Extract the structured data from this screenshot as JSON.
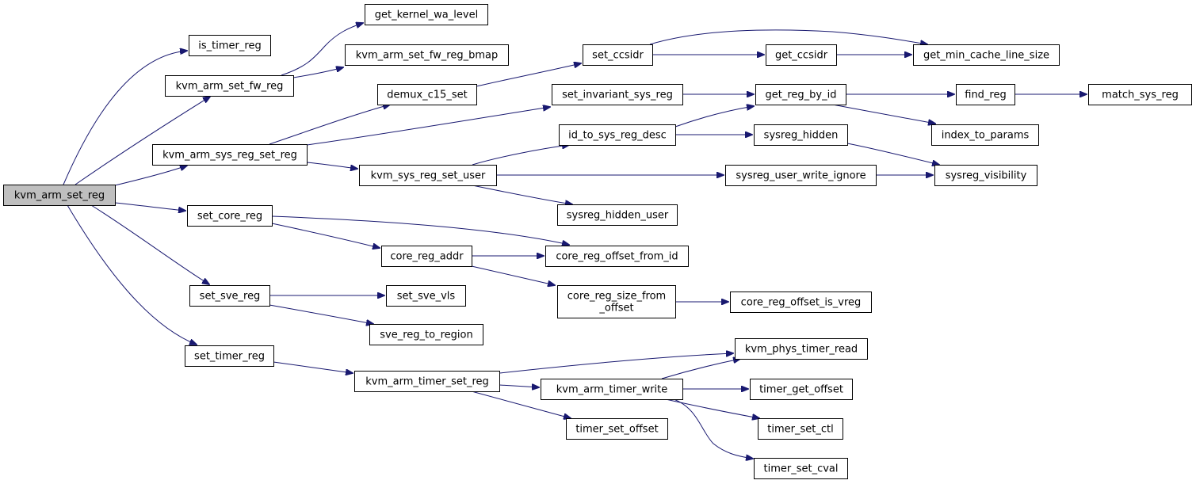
{
  "graph": {
    "type": "call-graph",
    "colors": {
      "edge": "#191970",
      "node_border": "#000000",
      "node_fill": "#ffffff",
      "root_fill": "#bfbfbf"
    },
    "nodes": [
      {
        "id": "kvm_arm_set_reg",
        "label": [
          "kvm_arm_set_reg"
        ],
        "root": true
      },
      {
        "id": "is_timer_reg",
        "label": [
          "is_timer_reg"
        ]
      },
      {
        "id": "kvm_arm_set_fw_reg",
        "label": [
          "kvm_arm_set_fw_reg"
        ]
      },
      {
        "id": "get_kernel_wa_level",
        "label": [
          "get_kernel_wa_level"
        ]
      },
      {
        "id": "kvm_arm_set_fw_reg_bmap",
        "label": [
          "kvm_arm_set_fw_reg_bmap"
        ]
      },
      {
        "id": "kvm_arm_sys_reg_set_reg",
        "label": [
          "kvm_arm_sys_reg_set_reg"
        ]
      },
      {
        "id": "demux_c15_set",
        "label": [
          "demux_c15_set"
        ]
      },
      {
        "id": "set_ccsidr",
        "label": [
          "set_ccsidr"
        ]
      },
      {
        "id": "get_ccsidr",
        "label": [
          "get_ccsidr"
        ]
      },
      {
        "id": "get_min_cache_line_size",
        "label": [
          "get_min_cache_line_size"
        ]
      },
      {
        "id": "set_invariant_sys_reg",
        "label": [
          "set_invariant_sys_reg"
        ]
      },
      {
        "id": "get_reg_by_id",
        "label": [
          "get_reg_by_id"
        ]
      },
      {
        "id": "find_reg",
        "label": [
          "find_reg"
        ]
      },
      {
        "id": "match_sys_reg",
        "label": [
          "match_sys_reg"
        ]
      },
      {
        "id": "index_to_params",
        "label": [
          "index_to_params"
        ]
      },
      {
        "id": "kvm_sys_reg_set_user",
        "label": [
          "kvm_sys_reg_set_user"
        ]
      },
      {
        "id": "id_to_sys_reg_desc",
        "label": [
          "id_to_sys_reg_desc"
        ]
      },
      {
        "id": "sysreg_hidden",
        "label": [
          "sysreg_hidden"
        ]
      },
      {
        "id": "sysreg_visibility",
        "label": [
          "sysreg_visibility"
        ]
      },
      {
        "id": "sysreg_user_write_ignore",
        "label": [
          "sysreg_user_write_ignore"
        ]
      },
      {
        "id": "sysreg_hidden_user",
        "label": [
          "sysreg_hidden_user"
        ]
      },
      {
        "id": "set_core_reg",
        "label": [
          "set_core_reg"
        ]
      },
      {
        "id": "core_reg_addr",
        "label": [
          "core_reg_addr"
        ]
      },
      {
        "id": "core_reg_offset_from_id",
        "label": [
          "core_reg_offset_from_id"
        ]
      },
      {
        "id": "core_reg_size_from_offset",
        "label": [
          "core_reg_size_from",
          "_offset"
        ]
      },
      {
        "id": "core_reg_offset_is_vreg",
        "label": [
          "core_reg_offset_is_vreg"
        ]
      },
      {
        "id": "set_sve_reg",
        "label": [
          "set_sve_reg"
        ]
      },
      {
        "id": "set_sve_vls",
        "label": [
          "set_sve_vls"
        ]
      },
      {
        "id": "sve_reg_to_region",
        "label": [
          "sve_reg_to_region"
        ]
      },
      {
        "id": "set_timer_reg",
        "label": [
          "set_timer_reg"
        ]
      },
      {
        "id": "kvm_arm_timer_set_reg",
        "label": [
          "kvm_arm_timer_set_reg"
        ]
      },
      {
        "id": "kvm_phys_timer_read",
        "label": [
          "kvm_phys_timer_read"
        ]
      },
      {
        "id": "kvm_arm_timer_write",
        "label": [
          "kvm_arm_timer_write"
        ]
      },
      {
        "id": "timer_get_offset",
        "label": [
          "timer_get_offset"
        ]
      },
      {
        "id": "timer_set_ctl",
        "label": [
          "timer_set_ctl"
        ]
      },
      {
        "id": "timer_set_cval",
        "label": [
          "timer_set_cval"
        ]
      },
      {
        "id": "timer_set_offset",
        "label": [
          "timer_set_offset"
        ]
      }
    ],
    "edges": [
      {
        "from": "kvm_arm_set_reg",
        "to": "is_timer_reg"
      },
      {
        "from": "kvm_arm_set_reg",
        "to": "kvm_arm_set_fw_reg"
      },
      {
        "from": "kvm_arm_set_reg",
        "to": "kvm_arm_sys_reg_set_reg"
      },
      {
        "from": "kvm_arm_set_reg",
        "to": "set_core_reg"
      },
      {
        "from": "kvm_arm_set_reg",
        "to": "set_sve_reg"
      },
      {
        "from": "kvm_arm_set_reg",
        "to": "set_timer_reg"
      },
      {
        "from": "kvm_arm_set_fw_reg",
        "to": "get_kernel_wa_level"
      },
      {
        "from": "kvm_arm_set_fw_reg",
        "to": "kvm_arm_set_fw_reg_bmap"
      },
      {
        "from": "kvm_arm_sys_reg_set_reg",
        "to": "demux_c15_set"
      },
      {
        "from": "kvm_arm_sys_reg_set_reg",
        "to": "set_invariant_sys_reg"
      },
      {
        "from": "kvm_arm_sys_reg_set_reg",
        "to": "kvm_sys_reg_set_user"
      },
      {
        "from": "demux_c15_set",
        "to": "set_ccsidr"
      },
      {
        "from": "set_ccsidr",
        "to": "get_ccsidr"
      },
      {
        "from": "set_ccsidr",
        "to": "get_min_cache_line_size"
      },
      {
        "from": "get_ccsidr",
        "to": "get_min_cache_line_size"
      },
      {
        "from": "set_invariant_sys_reg",
        "to": "get_reg_by_id"
      },
      {
        "from": "get_reg_by_id",
        "to": "find_reg"
      },
      {
        "from": "get_reg_by_id",
        "to": "index_to_params"
      },
      {
        "from": "find_reg",
        "to": "match_sys_reg"
      },
      {
        "from": "kvm_sys_reg_set_user",
        "to": "id_to_sys_reg_desc"
      },
      {
        "from": "kvm_sys_reg_set_user",
        "to": "sysreg_user_write_ignore"
      },
      {
        "from": "kvm_sys_reg_set_user",
        "to": "sysreg_hidden_user"
      },
      {
        "from": "id_to_sys_reg_desc",
        "to": "get_reg_by_id"
      },
      {
        "from": "id_to_sys_reg_desc",
        "to": "sysreg_hidden"
      },
      {
        "from": "sysreg_hidden",
        "to": "sysreg_visibility"
      },
      {
        "from": "sysreg_user_write_ignore",
        "to": "sysreg_visibility"
      },
      {
        "from": "set_core_reg",
        "to": "core_reg_addr"
      },
      {
        "from": "set_core_reg",
        "to": "core_reg_offset_from_id"
      },
      {
        "from": "core_reg_addr",
        "to": "core_reg_offset_from_id"
      },
      {
        "from": "core_reg_addr",
        "to": "core_reg_size_from_offset"
      },
      {
        "from": "core_reg_size_from_offset",
        "to": "core_reg_offset_is_vreg"
      },
      {
        "from": "set_sve_reg",
        "to": "set_sve_vls"
      },
      {
        "from": "set_sve_reg",
        "to": "sve_reg_to_region"
      },
      {
        "from": "set_timer_reg",
        "to": "kvm_arm_timer_set_reg"
      },
      {
        "from": "kvm_arm_timer_set_reg",
        "to": "kvm_phys_timer_read"
      },
      {
        "from": "kvm_arm_timer_set_reg",
        "to": "kvm_arm_timer_write"
      },
      {
        "from": "kvm_arm_timer_set_reg",
        "to": "timer_set_offset"
      },
      {
        "from": "kvm_arm_timer_write",
        "to": "kvm_phys_timer_read"
      },
      {
        "from": "kvm_arm_timer_write",
        "to": "timer_get_offset"
      },
      {
        "from": "kvm_arm_timer_write",
        "to": "timer_set_ctl"
      },
      {
        "from": "kvm_arm_timer_write",
        "to": "timer_set_cval"
      }
    ]
  }
}
